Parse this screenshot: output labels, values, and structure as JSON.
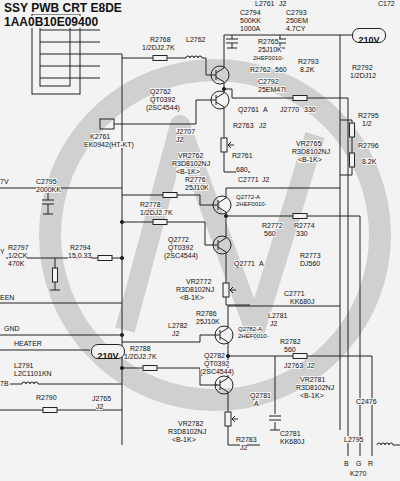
{
  "diagram": {
    "title": "SSY PWB CRT E8DE",
    "nodes": [
      {
        "text": [
          "210V"
        ]
      },
      {
        "text": [
          "210V"
        ]
      }
    ],
    "labels": [
      "1AA0B10E09400",
      "C172",
      "L2761",
      "J2",
      "C2794",
      "500KK",
      "1000A",
      "C2793",
      "250EM",
      "4.7CY",
      "R2768",
      "1/2DJ2.7K",
      "L2762",
      "R2765",
      "25J10K",
      "2HEF0010-",
      "R2793",
      "R2762",
      "560",
      "8.2K",
      "C2792",
      "25EM47I",
      "R2792",
      "1/2DJ12",
      "Q2762",
      "QT0392",
      "(2SC4544)",
      "Q2761",
      "A",
      "J2770",
      "330",
      "R2763",
      "J2",
      "R2795",
      "1/2",
      "R2796",
      "8.2K",
      "K2761",
      "EK0942(HT-KT)",
      "J2707",
      "J2",
      "VR2762",
      "R3D8102NJ",
      "<B-1K>",
      "R2761",
      "680",
      "VR2765",
      "R3D8102NJ",
      "<B-1K>",
      "7V",
      "C2795",
      "2000KK",
      "R2776",
      "25J10K",
      "C2771",
      "J2",
      "R2778",
      "1/2DJ2.7K",
      "Q2772-A",
      "2HEF0010-",
      "R2772",
      "560",
      "R2774",
      "330",
      "Y",
      "R2797",
      "1/2CK",
      "470K",
      "R2794",
      "15,0.33",
      "Q2772",
      "QT0392",
      "(2SC4544)",
      "Q2771",
      "A",
      "R2773",
      "DJ560",
      "VR2772",
      "R3D8102NJ",
      "<B-1K>",
      "C2771",
      "KK680J",
      "EEN",
      "GND",
      "HEATER",
      "R2786",
      "25J10K",
      "L2782",
      "J2",
      "L2781",
      "J2",
      "Q2782-A",
      "2HEF0010-",
      "R2782",
      "560",
      "R2788",
      "1/2DJ2.7K",
      "Q2782",
      "QT0392",
      "(2SC4544)",
      "L2791",
      "L2C1101KN",
      "7B",
      "J2763",
      "J2",
      "VR2781",
      "R3D8102NJ",
      "<B-1K>",
      "Q2781",
      "A",
      "R2790",
      "J2765",
      "J2",
      "C2476",
      "VR2782",
      "R3D8102NJ",
      "<B-1K>",
      "R2783",
      "J2",
      "C2781",
      "KK680J",
      "L2795",
      "B",
      "G",
      "R",
      "K270"
    ]
  }
}
